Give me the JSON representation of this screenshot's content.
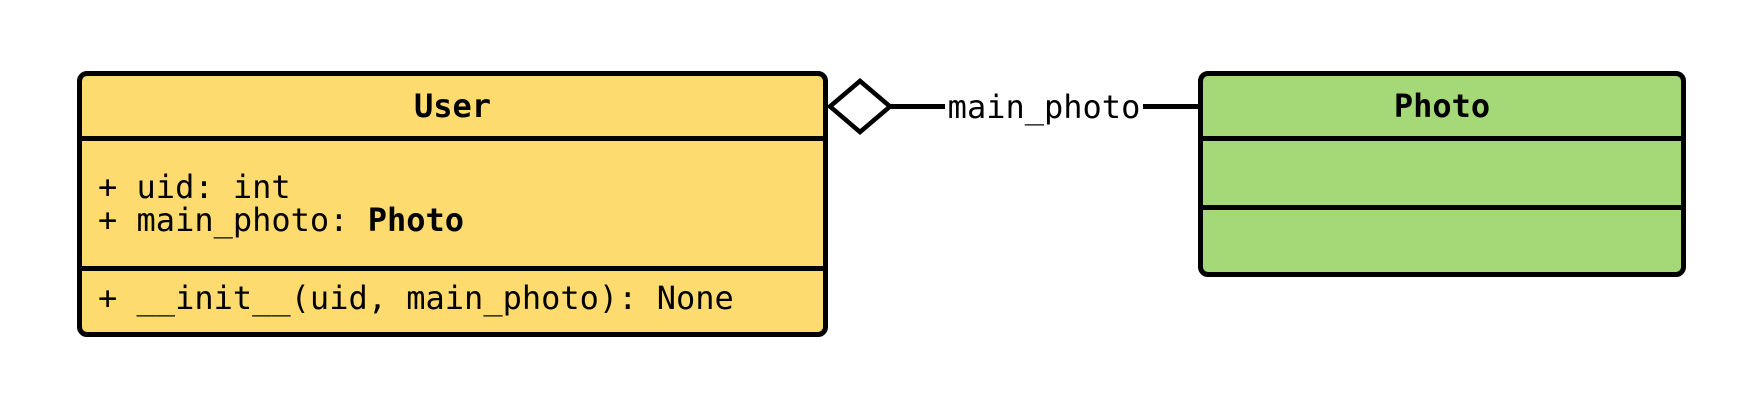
{
  "diagram": {
    "kind": "uml-class-diagram",
    "background": "#ffffff",
    "border_color": "#000000"
  },
  "classes": {
    "user": {
      "title": "User",
      "fill": "#FDDB6E",
      "attr1": "+ uid: int",
      "attr2_prefix": "+ main_photo: ",
      "attr2_type": "Photo",
      "method1": "+ __init__(uid, main_photo): None"
    },
    "photo": {
      "title": "Photo",
      "fill": "#A5D978"
    }
  },
  "relationship": {
    "type": "aggregation",
    "label": "main_photo",
    "from": "User",
    "to": "Photo",
    "diamond_fill": "#ffffff",
    "line_color": "#000000"
  }
}
